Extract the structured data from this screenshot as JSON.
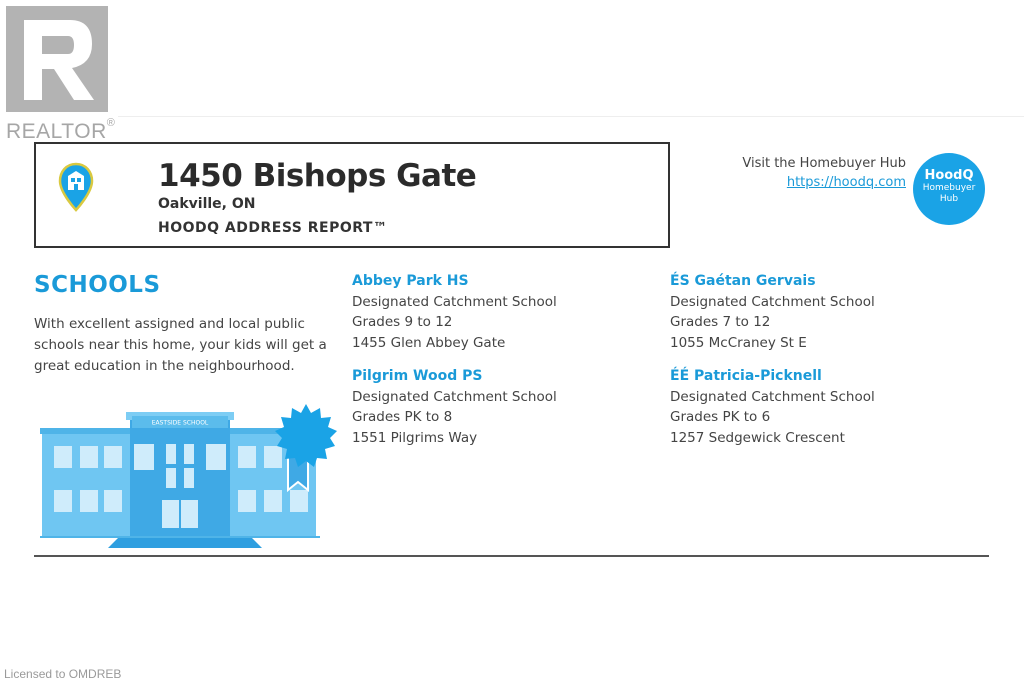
{
  "brand": {
    "realtor_word": "REALTOR",
    "realtor_reg": "®"
  },
  "header": {
    "address": "1450 Bishops Gate",
    "city": "Oakville, ON",
    "report": "HOODQ ADDRESS REPORT™"
  },
  "hub": {
    "label": "Visit the Homebuyer Hub",
    "link": "https://hoodq.com",
    "badge_title": "HoodQ",
    "badge_line1": "Homebuyer",
    "badge_line2": "Hub"
  },
  "schools": {
    "title": "SCHOOLS",
    "description": "With excellent assigned and local public schools near this home, your kids will get a great education in the neighbourhood.",
    "building_sign": "EASTSIDE SCHOOL",
    "items": [
      {
        "name": "Abbey Park HS",
        "type": "Designated Catchment School",
        "grades": "Grades 9 to 12",
        "address": "1455 Glen Abbey Gate"
      },
      {
        "name": "ÉS Gaétan Gervais",
        "type": "Designated Catchment School",
        "grades": "Grades 7 to 12",
        "address": "1055 McCraney St E"
      },
      {
        "name": "Pilgrim Wood PS",
        "type": "Designated Catchment School",
        "grades": "Grades PK to 8",
        "address": "1551 Pilgrims Way"
      },
      {
        "name": "ÉÉ Patricia-Picknell",
        "type": "Designated Catchment School",
        "grades": "Grades PK to 6",
        "address": "1257 Sedgewick Crescent"
      }
    ]
  },
  "footer": {
    "licensed": "Licensed to OMDREB"
  },
  "colors": {
    "accent": "#1a9ad8",
    "badge": "#1aa3e6",
    "logo_gray": "#b3b3b3"
  },
  "icons": [
    "realtor-r-icon",
    "school-pin-icon",
    "award-ribbon-icon"
  ]
}
